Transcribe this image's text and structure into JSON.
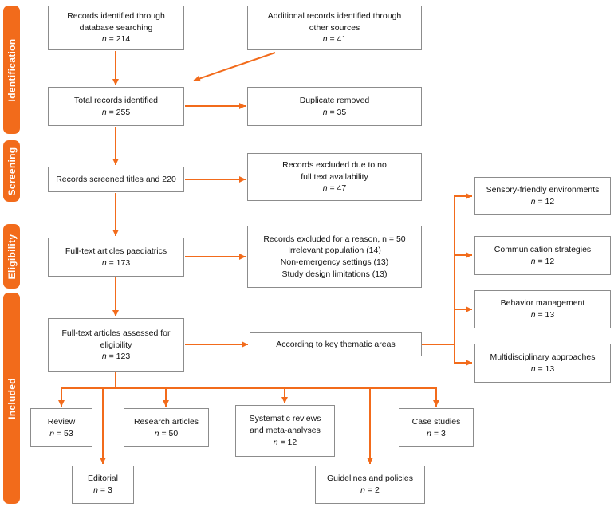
{
  "colors": {
    "accent": "#F26B1B",
    "box_border": "#8C8C8C",
    "text": "#111111"
  },
  "stages": [
    {
      "label": "Identification"
    },
    {
      "label": "Screening"
    },
    {
      "label": "Eligibility"
    },
    {
      "label": "Included"
    }
  ],
  "boxes": {
    "db_search": {
      "lines": [
        "Records identified through",
        "database searching"
      ],
      "stat": "n = 214"
    },
    "other_sources": {
      "lines": [
        "Additional records identified through",
        "other sources"
      ],
      "stat": "n = 41"
    },
    "total_records": {
      "lines": [
        "Total records identified"
      ],
      "stat": "n = 255"
    },
    "duplicates_removed": {
      "lines": [
        "Duplicate removed"
      ],
      "stat": "n = 35"
    },
    "records_screened": {
      "lines": [
        "Records screened titles and 220"
      ]
    },
    "excluded_no_fulltext": {
      "lines": [
        "Records excluded due to no",
        "full text availability"
      ],
      "stat": "n = 47"
    },
    "fulltext_paediatrics": {
      "lines": [
        "Full-text articles paediatrics"
      ],
      "stat": "n = 173"
    },
    "excluded_reasons": {
      "lines": [
        "Records excluded for a reason, n = 50",
        "Irrelevant population (14)",
        "Non-emergency settings (13)",
        "Study design limitations (13)"
      ]
    },
    "assessed_eligibility": {
      "lines": [
        "Full-text articles assessed for",
        "eligibility"
      ],
      "stat": "n = 123"
    },
    "thematic_areas": {
      "lines": [
        "According to key thematic areas"
      ]
    },
    "sensory_friendly": {
      "lines": [
        "Sensory-friendly environments"
      ],
      "stat": "n = 12"
    },
    "communication_strategies": {
      "lines": [
        "Communication strategies"
      ],
      "stat": "n = 12"
    },
    "behavior_management": {
      "lines": [
        "Behavior management"
      ],
      "stat": "n = 13"
    },
    "multidisciplinary": {
      "lines": [
        "Multidisciplinary approaches"
      ],
      "stat": "n = 13"
    },
    "review": {
      "lines": [
        "Review"
      ],
      "stat": "n = 53"
    },
    "research_articles": {
      "lines": [
        "Research articles"
      ],
      "stat": "n = 50"
    },
    "systematic_reviews": {
      "lines": [
        "Systematic reviews",
        "and meta-analyses"
      ],
      "stat": "n = 12"
    },
    "case_studies": {
      "lines": [
        "Case studies"
      ],
      "stat": "n = 3"
    },
    "editorial": {
      "lines": [
        "Editorial"
      ],
      "stat": "n = 3"
    },
    "guidelines_policies": {
      "lines": [
        "Guidelines and policies"
      ],
      "stat": "n = 2"
    }
  }
}
